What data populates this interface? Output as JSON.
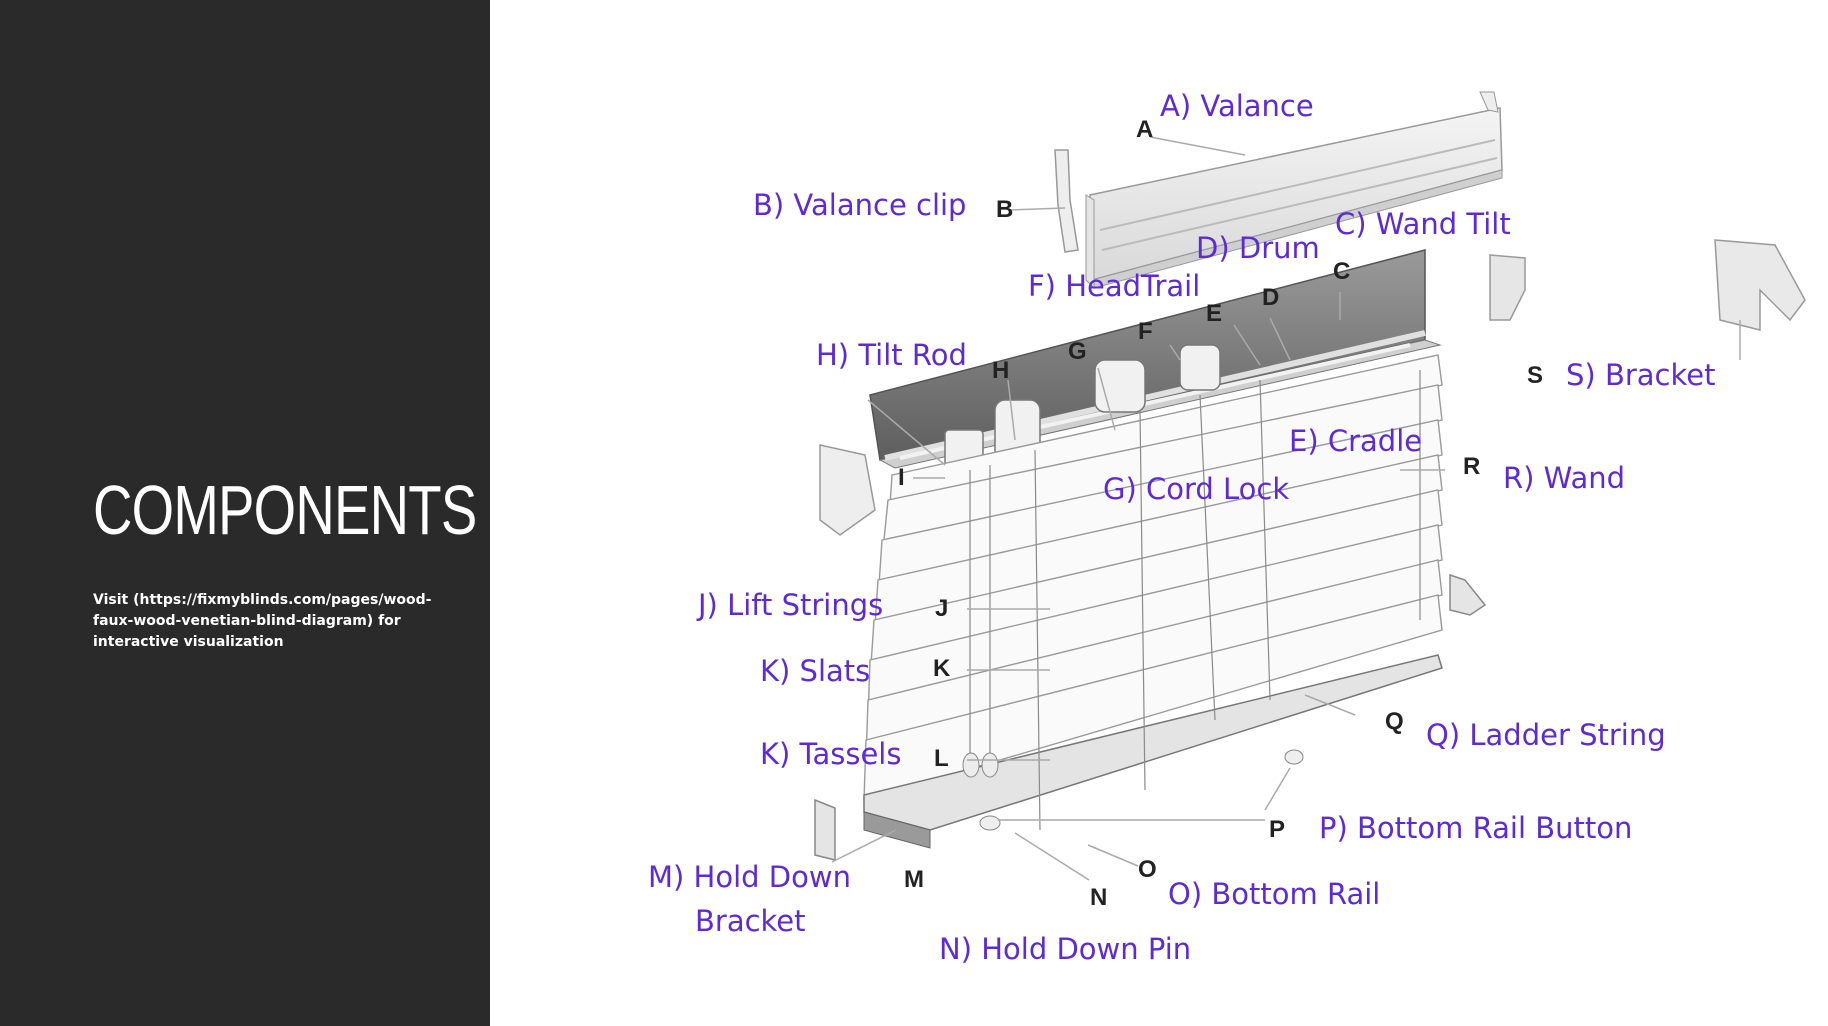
{
  "sidebar": {
    "title": "COMPONENTS",
    "note": "Visit (https://fixmyblinds.com/pages/wood-faux-wood-venetian-blind-diagram) for interactive visualization"
  },
  "colors": {
    "sidebar_bg": "#2a2a2a",
    "callout": "#5b2bd9",
    "letters": "#222222"
  },
  "callouts": {
    "a": "A) Valance",
    "b": "B) Valance clip",
    "c": "C) Wand Tilt",
    "d": "D) Drum",
    "e": "E) Cradle",
    "f": "F) HeadTrail",
    "g": "G) Cord Lock",
    "h": "H) Tilt Rod",
    "j": "J) Lift Strings",
    "k": "K) Slats",
    "l": "K) Tassels",
    "m1": "M) Hold Down",
    "m2": "Bracket",
    "n": "N) Hold Down Pin",
    "o": "O) Bottom Rail",
    "p": "P) Bottom Rail Button",
    "q": "Q) Ladder String",
    "r": "R) Wand",
    "s": "S) Bracket"
  },
  "letters": {
    "a": "A",
    "b": "B",
    "c": "C",
    "d": "D",
    "e": "E",
    "f": "F",
    "g": "G",
    "h": "H",
    "i": "I",
    "j": "J",
    "k": "K",
    "l": "L",
    "m": "M",
    "n": "N",
    "o": "O",
    "p": "P",
    "q": "Q",
    "r": "R",
    "s": "S"
  }
}
